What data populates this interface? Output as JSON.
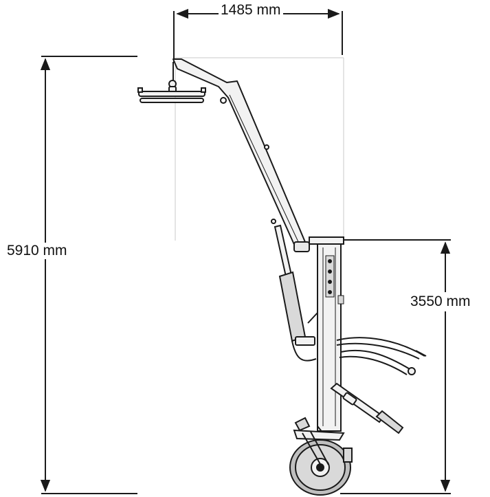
{
  "dimensions": {
    "width_label": "1485 mm",
    "total_height_label": "5910 mm",
    "mast_height_label": "3550 mm"
  },
  "colors": {
    "line": "#1a1a1a",
    "fill_light": "#f2f2f2",
    "fill_mid": "#d9d9d9",
    "tire": "#bfbfbf",
    "guide": "#c8c8c8",
    "background": "#ffffff"
  }
}
